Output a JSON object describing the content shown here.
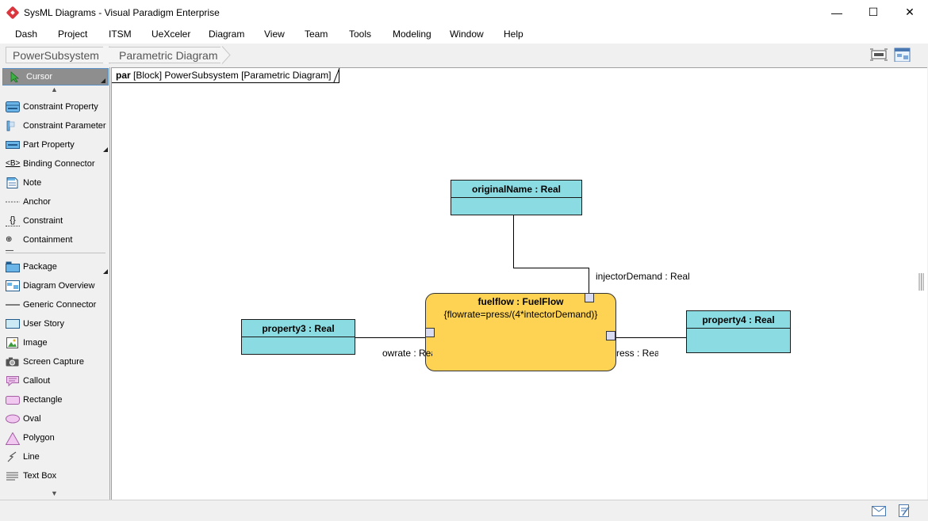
{
  "window": {
    "title": "SysML Diagrams - Visual Paradigm Enterprise",
    "minimize_glyph": "—",
    "maximize_glyph": "☐",
    "close_glyph": "✕"
  },
  "menu": [
    "Dash",
    "Project",
    "ITSM",
    "UeXceler",
    "Diagram",
    "View",
    "Team",
    "Tools",
    "Modeling",
    "Window",
    "Help"
  ],
  "breadcrumb": {
    "items": [
      "PowerSubsystem",
      "Parametric Diagram"
    ]
  },
  "palette": {
    "items": [
      {
        "label": "Cursor",
        "icon": "cursor-icon"
      },
      {
        "label": "Constraint Property",
        "icon": "constraint-property-icon"
      },
      {
        "label": "Constraint Parameter",
        "icon": "constraint-parameter-icon"
      },
      {
        "label": "Part Property",
        "icon": "part-property-icon"
      },
      {
        "label": "Binding Connector",
        "icon": "binding-connector-icon",
        "glyph": "<B>"
      },
      {
        "label": "Note",
        "icon": "note-icon"
      },
      {
        "label": "Anchor",
        "icon": "anchor-icon"
      },
      {
        "label": "Constraint",
        "icon": "constraint-icon",
        "glyph": "{}"
      },
      {
        "label": "Containment",
        "icon": "containment-icon",
        "glyph": "⊕—"
      },
      {
        "label": "Package",
        "icon": "package-icon"
      },
      {
        "label": "Diagram Overview",
        "icon": "diagram-overview-icon"
      },
      {
        "label": "Generic Connector",
        "icon": "generic-connector-icon"
      },
      {
        "label": "User Story",
        "icon": "user-story-icon"
      },
      {
        "label": "Image",
        "icon": "image-icon"
      },
      {
        "label": "Screen Capture",
        "icon": "screen-capture-icon"
      },
      {
        "label": "Callout",
        "icon": "callout-icon"
      },
      {
        "label": "Rectangle",
        "icon": "rectangle-icon"
      },
      {
        "label": "Oval",
        "icon": "oval-icon"
      },
      {
        "label": "Polygon",
        "icon": "polygon-icon"
      },
      {
        "label": "Line",
        "icon": "line-icon"
      },
      {
        "label": "Text Box",
        "icon": "text-box-icon"
      }
    ],
    "scroll_up": "▲",
    "scroll_down": "▼"
  },
  "diagram": {
    "frame_kind": "par",
    "frame_label": "[Block] PowerSubsystem [Parametric Diagram]",
    "blocks": {
      "original_name": "originalName : Real",
      "property3": "property3 : Real",
      "property4": "property4 : Real"
    },
    "constraint": {
      "title": "fuelflow : FuelFlow",
      "expression": "{flowrate=press/(4*intectorDemand)}"
    },
    "labels": {
      "injector_demand": "injectorDemand : Real",
      "flowrate": "owrate : Rea",
      "press": "ress : Rea"
    }
  },
  "colors": {
    "block_fill": "#8adce2",
    "constraint_fill": "#fed353",
    "port_fill": "#d9dcf0"
  }
}
